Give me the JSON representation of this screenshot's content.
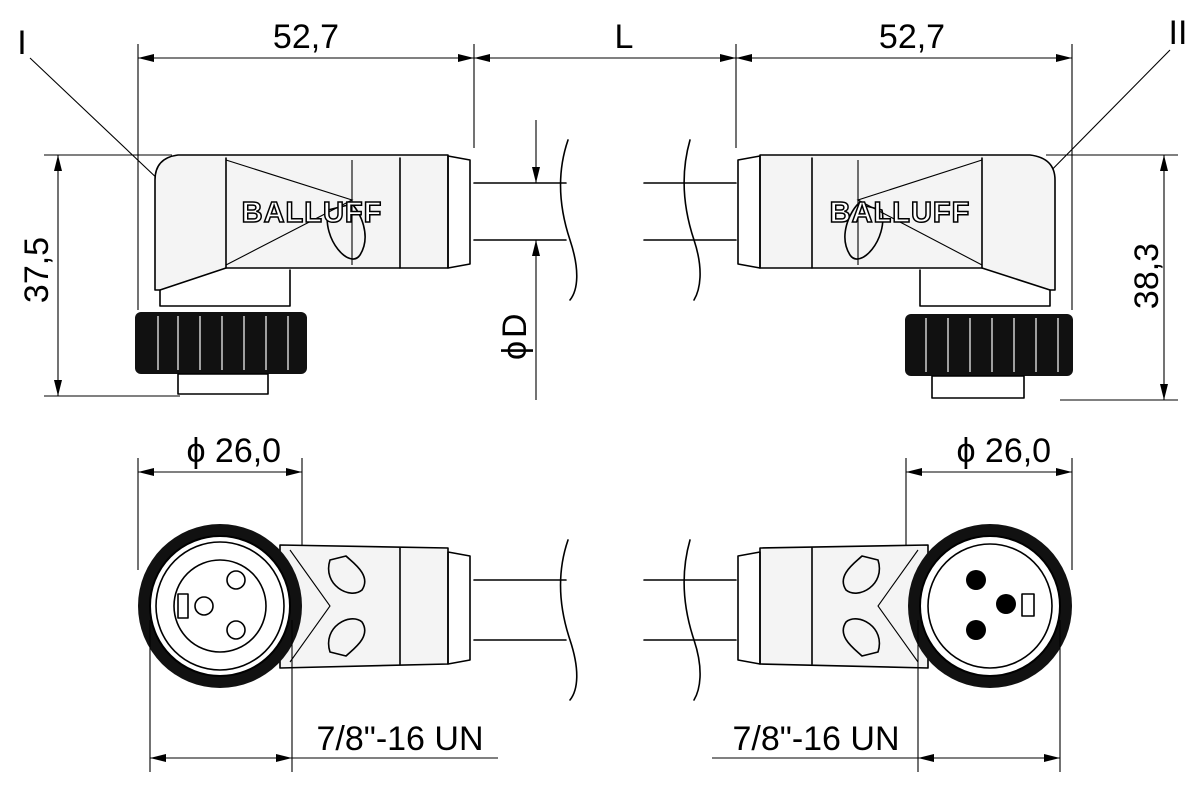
{
  "dimensions": {
    "top_left_width": "52,7",
    "cable_length": "L",
    "top_right_width": "52,7",
    "left_height": "37,5",
    "right_height": "38,3",
    "cable_diameter_symbol": "ϕ",
    "cable_diameter_letter": "D",
    "left_diameter": "26,0",
    "right_diameter": "26,0",
    "diameter_symbol": "ϕ",
    "left_thread": "7/8\"-16 UN",
    "right_thread": "7/8\"-16 UN"
  },
  "labels": {
    "connector_one": "I",
    "connector_two": "II"
  },
  "brand": {
    "logo_left": "BALLUFF",
    "logo_right": "BALLUFF"
  }
}
